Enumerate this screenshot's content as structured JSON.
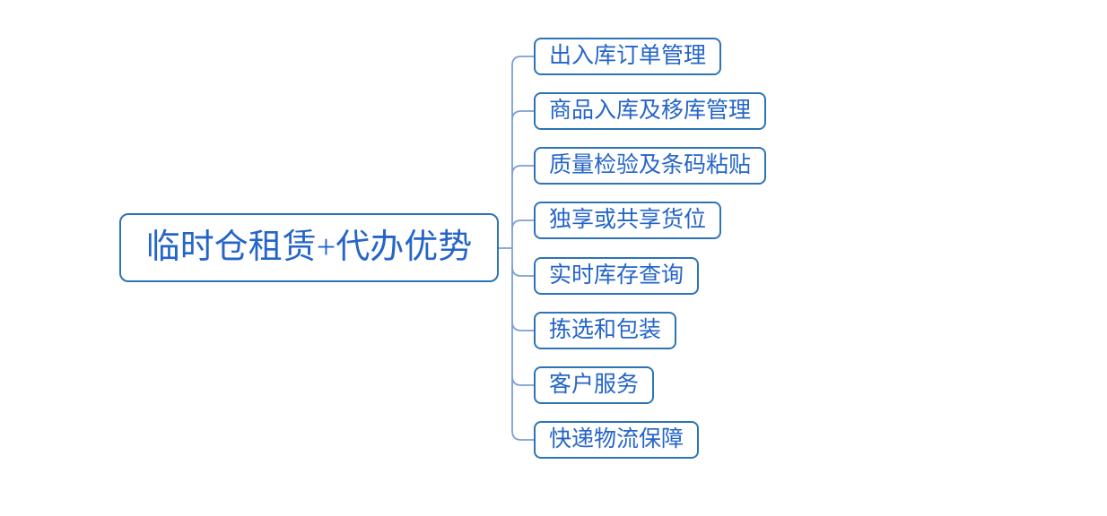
{
  "diagram": {
    "root": {
      "label": "临时仓租赁+代办优势"
    },
    "children": [
      {
        "label": "出入库订单管理"
      },
      {
        "label": "商品入库及移库管理"
      },
      {
        "label": "质量检验及条码粘贴"
      },
      {
        "label": "独享或共享货位"
      },
      {
        "label": "实时库存查询"
      },
      {
        "label": "拣选和包装"
      },
      {
        "label": "客户服务"
      },
      {
        "label": "快递物流保障"
      }
    ],
    "colors": {
      "node_border": "#2E74B5",
      "node_text": "#2565C8",
      "connector": "#7C9FD6",
      "background": "#FFFFFF"
    }
  }
}
